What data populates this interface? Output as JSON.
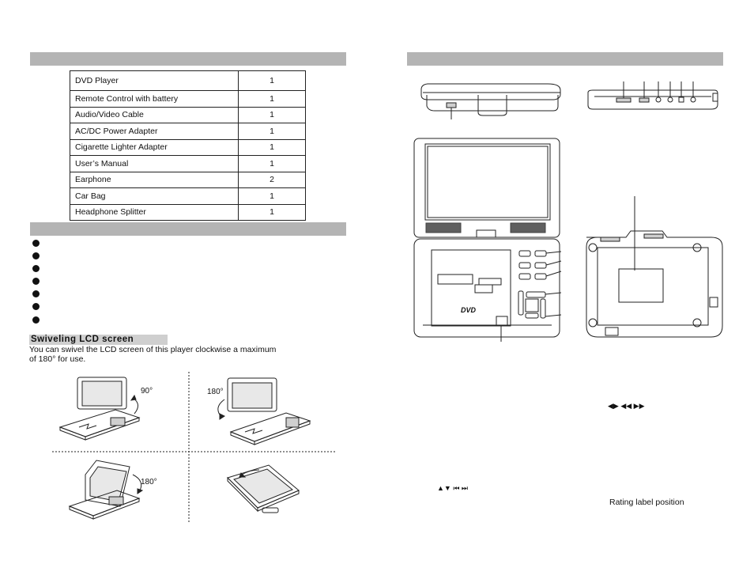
{
  "packing_list": [
    {
      "item": "DVD Player",
      "qty": "1"
    },
    {
      "item": "Remote Control with battery",
      "qty": "1"
    },
    {
      "item": "Audio/Video Cable",
      "qty": "1"
    },
    {
      "item": "AC/DC Power Adapter",
      "qty": "1"
    },
    {
      "item": "Cigarette Lighter Adapter",
      "qty": "1"
    },
    {
      "item": "User’s Manual",
      "qty": "1"
    },
    {
      "item": "Earphone",
      "qty": "2"
    },
    {
      "item": "Car Bag",
      "qty": "1"
    },
    {
      "item": "Headphone Splitter",
      "qty": "1"
    }
  ],
  "swivel": {
    "title": "Swiveling  LCD screen",
    "description": "You can swivel the LCD screen of this player clockwise a maximum of 180°  for use."
  },
  "angles": {
    "a90": "90°",
    "a180_left": "180°",
    "a180_bottom": "180°"
  },
  "dvd_logo": "DVD",
  "rating_label": "Rating label position",
  "symbols": {
    "skip_row_right": "◀▶  ◀◀  ▶▶",
    "nav_row_bottom": "▲▼  ⏮  ⏭"
  }
}
